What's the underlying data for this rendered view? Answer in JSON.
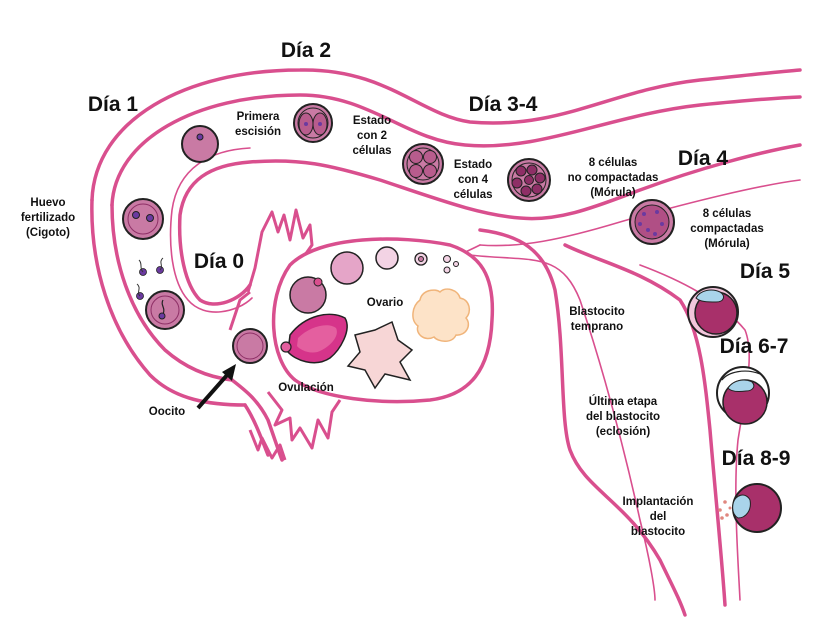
{
  "days": {
    "d0": "Día 0",
    "d1": "Día 1",
    "d2": "Día 2",
    "d34": "Día 3-4",
    "d4": "Día 4",
    "d5": "Día 5",
    "d67": "Día 6-7",
    "d89": "Día 8-9"
  },
  "labels": {
    "zygote": [
      "Huevo",
      "fertilizado",
      "(Cigoto)"
    ],
    "first_cleavage": [
      "Primera",
      "escisión"
    ],
    "two_cell": [
      "Estado",
      "con 2",
      "células"
    ],
    "four_cell": [
      "Estado",
      "con 4",
      "células"
    ],
    "eight_uncompacted": [
      "8 células",
      "no compactadas",
      "(Mórula)"
    ],
    "eight_compacted": [
      "8 células",
      "compactadas",
      "(Mórula)"
    ],
    "early_blastocyst": [
      "Blastocito",
      "temprano"
    ],
    "hatching": [
      "Última etapa",
      "del blastocito",
      "(eclosión)"
    ],
    "implantation": [
      "Implantación",
      "del",
      "blastocito"
    ],
    "ovary": "Ovario",
    "ovulation": "Ovulación",
    "oocyte": "Oocito"
  },
  "colors": {
    "tube": "#d94f8e",
    "cell_fill": "#c97aa4",
    "cell_inner": "#8e2f66",
    "nucleus": "#6b3aa0",
    "blastocyst": "#a8306a",
    "zona": "#f2c6dc",
    "trophoblast": "#a9d4ea",
    "star": "#f7d6d6",
    "cloud": "#fde3c8",
    "follicle_dark": "#d6348a"
  }
}
